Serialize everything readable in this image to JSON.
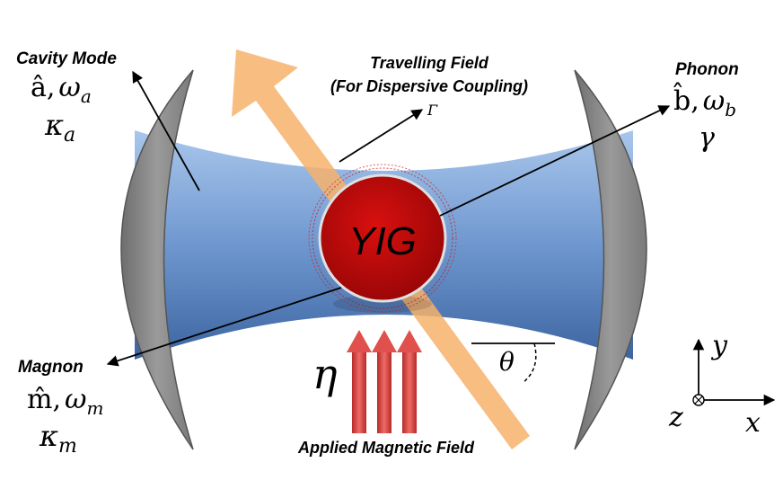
{
  "labels": {
    "cavity_mode": "Cavity Mode",
    "cavity_operator": "â, ωa",
    "cavity_operator_parts": {
      "op": "â,",
      "freq": "ω",
      "sub": "a"
    },
    "cavity_decay": {
      "sym": "κ",
      "sub": "a"
    },
    "travelling_field_line1": "Travelling Field",
    "travelling_field_line2": "(For Dispersive Coupling)",
    "gamma_big": "Γ",
    "phonon": "Phonon",
    "phonon_operator_parts": {
      "op": "b̂,",
      "freq": "ω",
      "sub": "b"
    },
    "phonon_decay": "γ",
    "yig": "YIG",
    "magnon": "Magnon",
    "magnon_operator_parts": {
      "op": "m̂,",
      "freq": "ω",
      "sub": "m"
    },
    "magnon_decay": {
      "sym": "κ",
      "sub": "m"
    },
    "eta": "η",
    "theta": "θ",
    "applied_field": "Applied Magnetic Field",
    "axis_x": "x",
    "axis_y": "y",
    "axis_z": "z"
  },
  "colors": {
    "beam_light": "#a8c6ea",
    "beam_dark": "#3f6aa8",
    "mirror": "#8c8c8c",
    "yig": "#c0090b",
    "travelling_arrow": "#f6b26b",
    "field_arrows": "#e0504c"
  }
}
